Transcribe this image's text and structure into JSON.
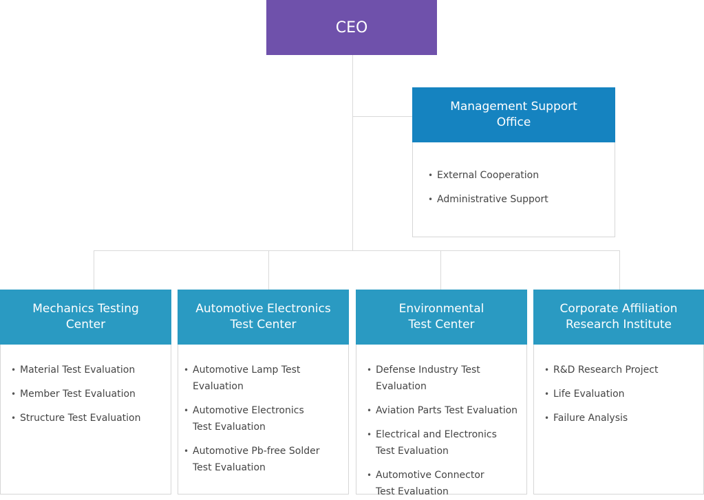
{
  "colors": {
    "ceo": "#6f51ab",
    "office": "#1583c0",
    "center": "#2a9ac2",
    "connector": "#d9d9d9"
  },
  "ceo": {
    "label": "CEO"
  },
  "management_office": {
    "title": "Management Support\nOffice",
    "items": [
      "External Cooperation",
      "Administrative Support"
    ]
  },
  "centers": [
    {
      "title": "Mechanics Testing\nCenter",
      "items": [
        "Material Test Evaluation",
        "Member Test Evaluation",
        "Structure Test Evaluation"
      ]
    },
    {
      "title": "Automotive Electronics\nTest Center",
      "items": [
        "Automotive Lamp Test Evaluation",
        "Automotive Electronics\nTest Evaluation",
        "Automotive Pb-free Solder\nTest Evaluation"
      ]
    },
    {
      "title": "Environmental\nTest Center",
      "items": [
        "Defense Industry Test Evaluation",
        "Aviation Parts Test Evaluation",
        "Electrical and Electronics\nTest Evaluation",
        " Automotive Connector\nTest Evaluation"
      ]
    },
    {
      "title": "Corporate Affiliation\nResearch Institute",
      "items": [
        "R&D Research Project",
        "Life Evaluation",
        "Failure Analysis"
      ]
    }
  ]
}
